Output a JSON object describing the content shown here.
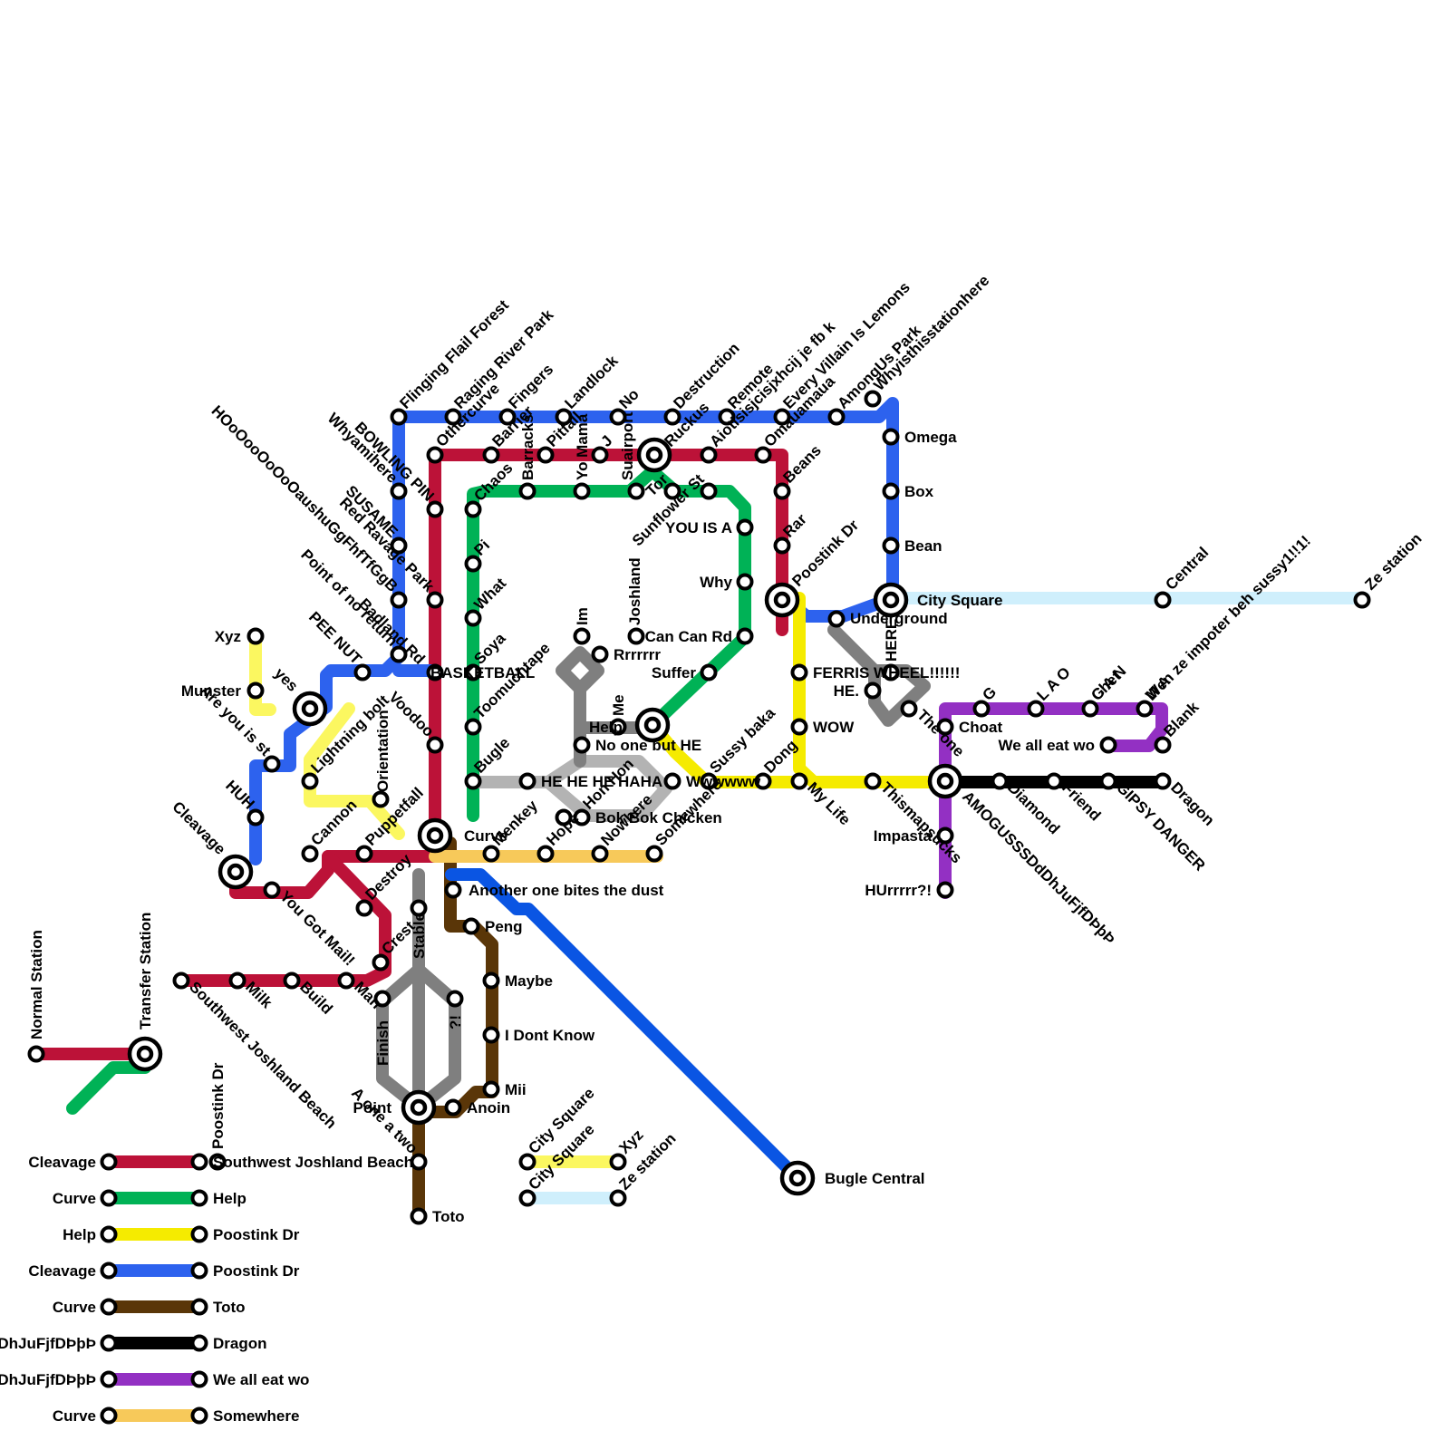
{
  "colors": {
    "red": "#bc1238",
    "green": "#00b256",
    "yellow": "#f5eb00",
    "blue": "#2d62ee",
    "brown": "#5a3608",
    "black": "#000000",
    "purple": "#9330c3",
    "orange": "#f7c95a",
    "lightblue": "#cfeffc",
    "gray": "#7f7f7f",
    "lightgray": "#b3b3b3",
    "paleyellow": "#fbf760",
    "darkblue": "#0a55e3"
  },
  "legend": [
    {
      "color": "red",
      "from": "Cleavage",
      "to": "Southwest Joshland Beach",
      "mid": "Poostink Dr"
    },
    {
      "color": "green",
      "from": "Curve",
      "to": "Help"
    },
    {
      "color": "yellow",
      "from": "Help",
      "to": "Poostink Dr"
    },
    {
      "color": "blue",
      "from": "Cleavage",
      "to": "Poostink Dr"
    },
    {
      "color": "brown",
      "from": "Curve",
      "to": "Toto"
    },
    {
      "color": "black",
      "from": "AMOGUSSSDdDhJuFjfDÞþÞ",
      "to": "Dragon"
    },
    {
      "color": "purple",
      "from": "AMOGUSSSDdDhJuFjfDÞþÞ",
      "to": "We all eat wo"
    },
    {
      "color": "orange",
      "from": "Curve",
      "to": "Somewhere"
    }
  ],
  "legend_extra": [
    {
      "color": "paleyellow",
      "from": "City Square",
      "to": "Xyz"
    },
    {
      "color": "lightblue",
      "from": "City Square",
      "to": "Ze station"
    }
  ],
  "key": {
    "normal": "Normal Station",
    "transfer": "Transfer Station"
  },
  "stations": [
    {
      "name": "Flinging Flail Forest"
    },
    {
      "name": "Raging River Park"
    },
    {
      "name": "Fingers"
    },
    {
      "name": "Landlock"
    },
    {
      "name": "No"
    },
    {
      "name": "Destruction"
    },
    {
      "name": "Remote"
    },
    {
      "name": "Every Villain Is Lemons"
    },
    {
      "name": "AmongUs Park"
    },
    {
      "name": "Whyisthisstationhere"
    },
    {
      "name": "Othercurve"
    },
    {
      "name": "Barrier"
    },
    {
      "name": "Pitfall"
    },
    {
      "name": "J"
    },
    {
      "name": "Ruckus"
    },
    {
      "name": "Aiotisisjcisjxhcij je fb k"
    },
    {
      "name": "Omauamaua"
    },
    {
      "name": "Beans"
    },
    {
      "name": "Rar"
    },
    {
      "name": "Poostink Dr"
    },
    {
      "name": "Omega"
    },
    {
      "name": "Box"
    },
    {
      "name": "Bean"
    },
    {
      "name": "City Square"
    },
    {
      "name": "Underground"
    },
    {
      "name": "Central"
    },
    {
      "name": "Ze station"
    },
    {
      "name": "Whyamihere"
    },
    {
      "name": "BOWLING PIN"
    },
    {
      "name": "SUSAME"
    },
    {
      "name": "Red Ravage Park"
    },
    {
      "name": "HOoOooOoOoOaushuGgFhfTfGgB"
    },
    {
      "name": "Point of no return"
    },
    {
      "name": "Badland Rd"
    },
    {
      "name": "BASKETBALL"
    },
    {
      "name": "PEE NUT"
    },
    {
      "name": "yes"
    },
    {
      "name": "Xyz"
    },
    {
      "name": "Munster"
    },
    {
      "name": "Are you is st"
    },
    {
      "name": "Lightning bolt"
    },
    {
      "name": "Voodoo"
    },
    {
      "name": "Orientation"
    },
    {
      "name": "Chaos"
    },
    {
      "name": "Pi"
    },
    {
      "name": "What"
    },
    {
      "name": "Soya"
    },
    {
      "name": "Toomuchtape"
    },
    {
      "name": "Bugle"
    },
    {
      "name": "Barracks"
    },
    {
      "name": "Yo Mama"
    },
    {
      "name": "Suairport"
    },
    {
      "name": "Tor"
    },
    {
      "name": "Sunflower St"
    },
    {
      "name": "YOU IS A"
    },
    {
      "name": "Why"
    },
    {
      "name": "Can Can Rd"
    },
    {
      "name": "Suffer"
    },
    {
      "name": "Joshland"
    },
    {
      "name": "Im"
    },
    {
      "name": "Rrrrrrr"
    },
    {
      "name": "Me"
    },
    {
      "name": "Help"
    },
    {
      "name": "No one but HE"
    },
    {
      "name": "HE HE HE HAHA"
    },
    {
      "name": "Hon Hon"
    },
    {
      "name": "Bok Bok Chicken"
    },
    {
      "name": "Wwwwww"
    },
    {
      "name": "Sussy baka"
    },
    {
      "name": "Dong"
    },
    {
      "name": "FERRIS WHEEL!!!!!!"
    },
    {
      "name": "WOW"
    },
    {
      "name": "HE."
    },
    {
      "name": "HERE"
    },
    {
      "name": "The one"
    },
    {
      "name": "My Life"
    },
    {
      "name": "Thismapsucks"
    },
    {
      "name": "AMOGUSSSDdDhJuFjfDÞþÞ"
    },
    {
      "name": "Choat"
    },
    {
      "name": "G"
    },
    {
      "name": "L A O"
    },
    {
      "name": "G A N"
    },
    {
      "name": "M A"
    },
    {
      "name": "Chet"
    },
    {
      "name": "Wen ze impoter beh sussy1!!1!"
    },
    {
      "name": "Blank"
    },
    {
      "name": "We all eat wo"
    },
    {
      "name": "Diamond"
    },
    {
      "name": "Friend"
    },
    {
      "name": "GIPSY DANGER"
    },
    {
      "name": "Dragon"
    },
    {
      "name": "Impasta"
    },
    {
      "name": "HUrrrrr?!"
    },
    {
      "name": "HUH"
    },
    {
      "name": "Cleavage"
    },
    {
      "name": "Cannon"
    },
    {
      "name": "Puppetfall"
    },
    {
      "name": "Curve"
    },
    {
      "name": "Menkey"
    },
    {
      "name": "Hope"
    },
    {
      "name": "Nowhere"
    },
    {
      "name": "Somewhere"
    },
    {
      "name": "You Got Mail!"
    },
    {
      "name": "Destroy"
    },
    {
      "name": "Crest"
    },
    {
      "name": "Stable"
    },
    {
      "name": "Another one bites the dust"
    },
    {
      "name": "Peng"
    },
    {
      "name": "Maybe"
    },
    {
      "name": "I Dont Know"
    },
    {
      "name": "Mii"
    },
    {
      "name": "Anoin"
    },
    {
      "name": "?!"
    },
    {
      "name": "Finish"
    },
    {
      "name": "Point"
    },
    {
      "name": "A one a two"
    },
    {
      "name": "Toto"
    },
    {
      "name": "Southwest Joshland Beach"
    },
    {
      "name": "Milk"
    },
    {
      "name": "Build"
    },
    {
      "name": "Man"
    },
    {
      "name": "Bugle Central"
    }
  ]
}
